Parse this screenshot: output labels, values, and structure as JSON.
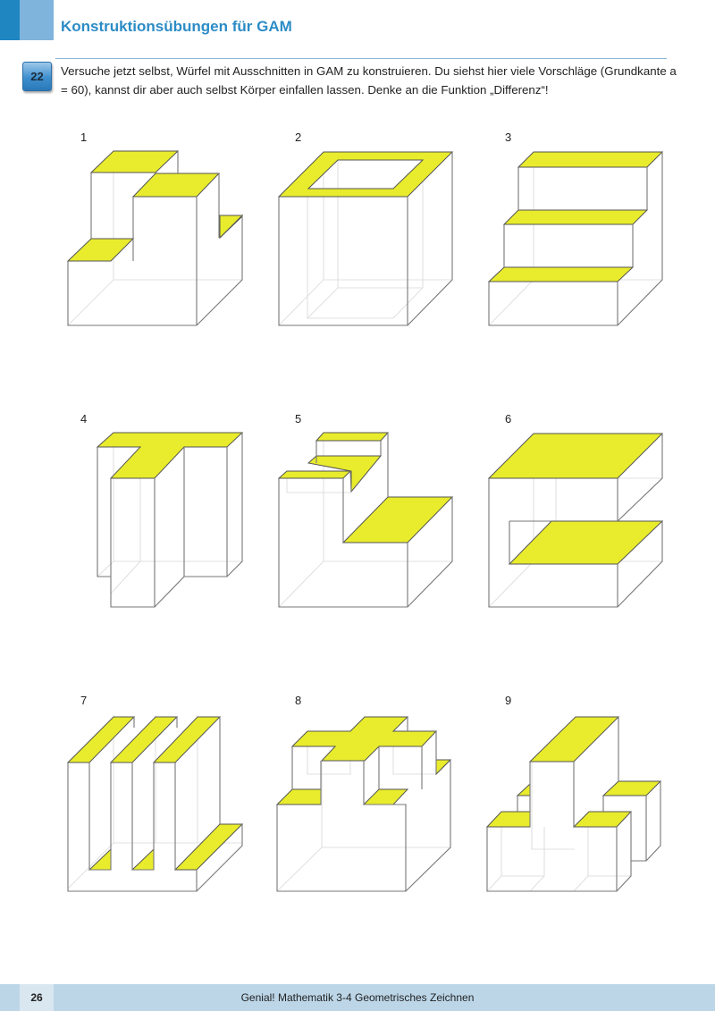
{
  "header": {
    "title": "Konstruktionsübungen für GAM",
    "accent_colors": [
      "#1f86c2",
      "#7fb4dc"
    ]
  },
  "task": {
    "number": "22",
    "text": "Versuche jetzt selbst, Würfel mit Ausschnitten in GAM zu konstruieren. Du siehst hier viele Vorschläge (Grundkante a = 60), kannst dir aber auch selbst Körper einfallen lassen. Denke an die Funktion „Differenz“!"
  },
  "figures": [
    {
      "label": "1"
    },
    {
      "label": "2"
    },
    {
      "label": "3"
    },
    {
      "label": "4"
    },
    {
      "label": "5"
    },
    {
      "label": "6"
    },
    {
      "label": "7"
    },
    {
      "label": "8"
    },
    {
      "label": "9"
    }
  ],
  "colors": {
    "highlight": "#e8ec2c",
    "edge": "#777777"
  },
  "footer": {
    "page_number": "26",
    "book_title": "Genial! Mathematik 3-4 Geometrisches Zeichnen"
  }
}
